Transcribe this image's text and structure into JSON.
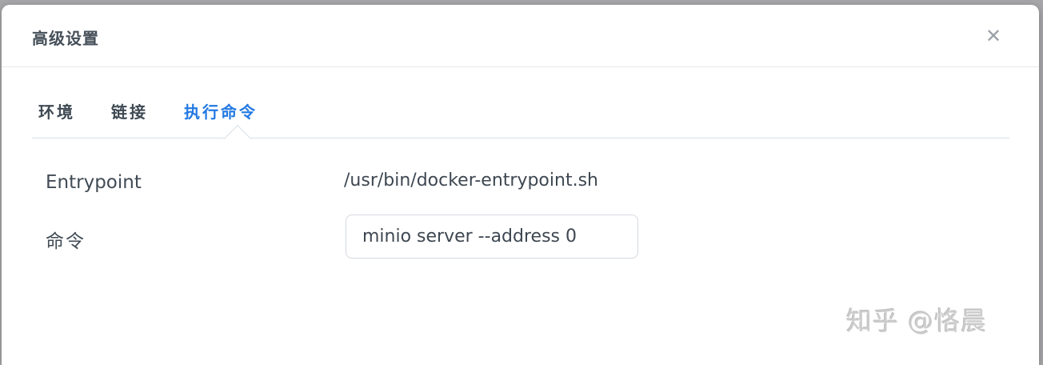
{
  "dialog": {
    "title": "高级设置",
    "close_icon": "✕"
  },
  "tabs": [
    {
      "label": "环境",
      "active": false
    },
    {
      "label": "链接",
      "active": false
    },
    {
      "label": "执行命令",
      "active": true
    }
  ],
  "form": {
    "entrypoint_label": "Entrypoint",
    "entrypoint_value": "/usr/bin/docker-entrypoint.sh",
    "command_label": "命令",
    "command_value": "minio server --address 0"
  },
  "watermark": "知乎 @恪晨",
  "colors": {
    "accent_blue": "#2379e2",
    "text_dark": "#414b55",
    "header_divider": "#e7eaea",
    "tab_underline": "#d9e0e6",
    "input_border": "#d5dae0",
    "close_gray": "#9ba1a8",
    "overlay_gray": "#a7a7a9",
    "watermark_gray": "#cccccc"
  }
}
